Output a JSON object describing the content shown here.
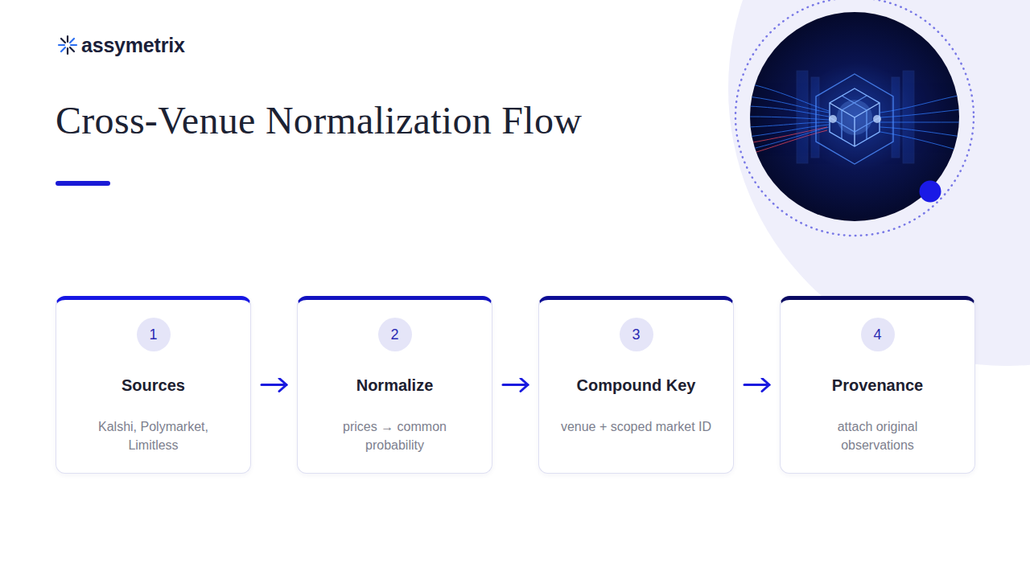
{
  "diagram": {
    "title": "Cross-Venue Normalization Flow",
    "nodes": [
      {
        "text": [
          "1",
          "Sources",
          "Kalshi, Polymarket, Limitless"
        ]
      },
      {
        "text": [
          "2",
          "Normalize",
          "prices → common probability"
        ]
      },
      {
        "text": [
          "3",
          "Compound Key",
          "venue + scoped market ID"
        ]
      },
      {
        "text": [
          "4",
          "Provenance",
          "attach original observations"
        ]
      }
    ],
    "edges": [
      {
        "from": 0,
        "to": 1,
        "arrow": "to"
      },
      {
        "from": 1,
        "to": 2,
        "arrow": "to"
      },
      {
        "from": 2,
        "to": 3,
        "arrow": "to"
      }
    ],
    "labels": [
      "assymetrix"
    ]
  }
}
